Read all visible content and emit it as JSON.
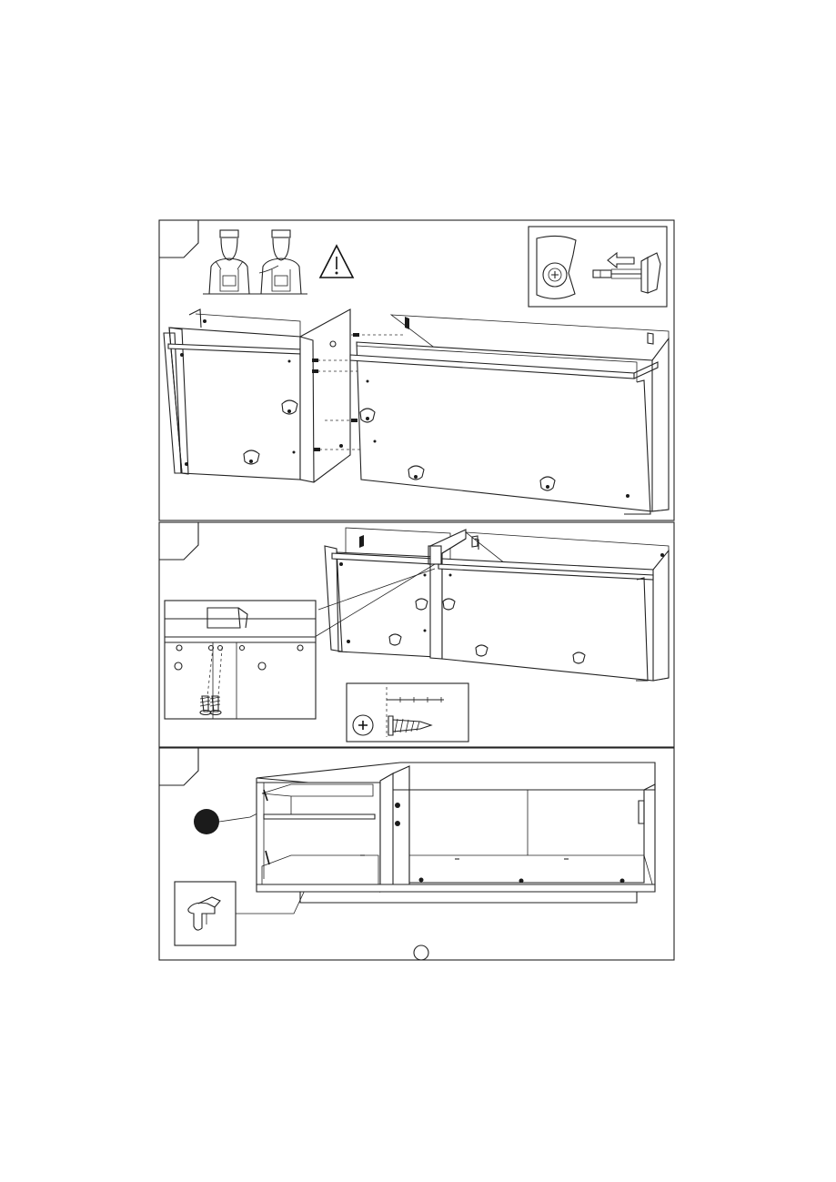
{
  "document": {
    "type": "assembly-instruction-sheet",
    "steps": [
      {
        "id": "step-1",
        "icons": [
          "two-person-assembly-icon",
          "warning-triangle-icon",
          "cam-lock-turn-detail-icon"
        ]
      },
      {
        "id": "step-2",
        "icons": [
          "screw-joint-detail-icon",
          "screw-size-scale-icon"
        ]
      },
      {
        "id": "step-3",
        "icons": [
          "part-marker-dot-icon",
          "shelf-support-pin-icon"
        ]
      }
    ],
    "page_number_label": ""
  },
  "colors": {
    "line": "#222222",
    "background": "#ffffff",
    "marker": "#1b1b1b"
  }
}
